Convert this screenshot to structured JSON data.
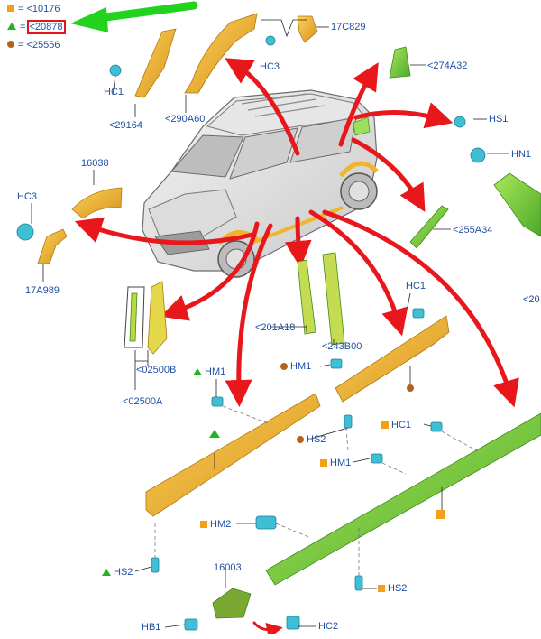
{
  "legend": [
    {
      "marker": "square",
      "color": "#f3a018",
      "text": "= <10176"
    },
    {
      "marker": "triangle",
      "color": "#22b322",
      "text": "<20878",
      "highlighted": true
    },
    {
      "marker": "circle",
      "color": "#b4631e",
      "text": "= <25556"
    }
  ],
  "legend_eq": "=",
  "labels": {
    "c17C829": "17C829",
    "hc3_top": "HC3",
    "hc1_top": "HC1",
    "c29164": "<29164",
    "c290A60": "<290A60",
    "c274A32": "<274A32",
    "hs1": "HS1",
    "hn1": "HN1",
    "c16038": "16038",
    "hc3_left": "HC3",
    "c17A989": "17A989",
    "c255A34": "<255A34",
    "c20_cut": "<20",
    "hc1_mid": "HC1",
    "c201A18": "<201A18",
    "c243B00": "<243B00",
    "c02500B": "<02500B",
    "c02500A": "<02500A",
    "hm1_left": "HM1",
    "hm1_mid": "HM1",
    "hs2_mid": "HS2",
    "hc1_right": "HC1",
    "hm1_right": "HM1",
    "hm2": "HM2",
    "hs2_left": "HS2",
    "c16003": "16003",
    "hs2_right": "HS2",
    "hb1": "HB1",
    "hc2": "HC2"
  },
  "colors": {
    "yellow_part": "#f3b823",
    "green_part": "#7ed43a",
    "clip": "#3fbfd6",
    "arrow_red": "#e8171b",
    "arrow_green": "#22d21c",
    "label_blue": "#1f4fa3"
  }
}
